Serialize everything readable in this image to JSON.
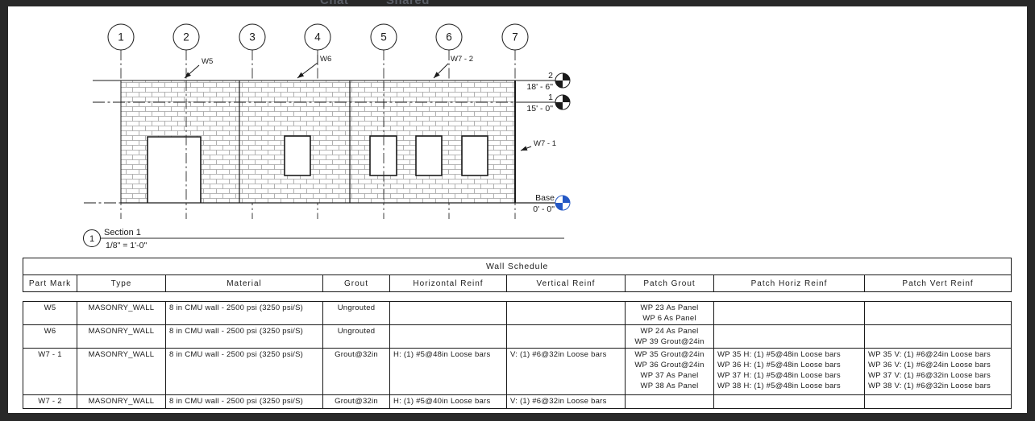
{
  "window": {
    "tab_chat": "Chat",
    "tab_shared": "Shared"
  },
  "elevation": {
    "grids": [
      {
        "label": "1"
      },
      {
        "label": "2"
      },
      {
        "label": "3"
      },
      {
        "label": "4"
      },
      {
        "label": "5"
      },
      {
        "label": "6"
      },
      {
        "label": "7"
      }
    ],
    "wall_tags": [
      {
        "label": "W5"
      },
      {
        "label": "W6"
      },
      {
        "label": "W7 - 2"
      },
      {
        "label": "W7 - 1"
      }
    ],
    "levels": [
      {
        "name": "2",
        "elevation": "18' - 6\""
      },
      {
        "name": "1",
        "elevation": "15' - 0\""
      },
      {
        "name": "Base",
        "elevation": "0' - 0\""
      }
    ],
    "view_title": {
      "number": "1",
      "name": "Section 1",
      "scale": "1/8\" = 1'-0\""
    }
  },
  "schedule": {
    "title": "Wall Schedule",
    "columns": [
      "Part Mark",
      "Type",
      "Material",
      "Grout",
      "Horizontal Reinf",
      "Vertical Reinf",
      "Patch Grout",
      "Patch Horiz Reinf",
      "Patch Vert Reinf"
    ],
    "rows": [
      {
        "cells": [
          "W5",
          "MASONRY_WALL",
          "8 in CMU wall - 2500 psi (3250 psi/S)",
          "Ungrouted",
          "",
          "",
          "WP 23 As Panel\nWP 6 As Panel",
          "",
          ""
        ]
      },
      {
        "cells": [
          "W6",
          "MASONRY_WALL",
          "8 in CMU wall - 2500 psi (3250 psi/S)",
          "Ungrouted",
          "",
          "",
          "WP 24 As Panel\nWP 39 Grout@24in",
          "",
          ""
        ]
      },
      {
        "cells": [
          "W7 - 1",
          "MASONRY_WALL",
          "8 in CMU wall - 2500 psi (3250 psi/S)",
          "Grout@32in",
          "H: (1) #5@48in Loose bars",
          "V: (1) #6@32in Loose bars",
          "WP 35 Grout@24in\nWP 36 Grout@24in\nWP 37 As Panel\nWP 38 As Panel",
          "WP 35 H: (1) #5@48in Loose bars\nWP 36 H: (1) #5@48in Loose bars\nWP 37 H: (1) #5@48in Loose bars\nWP 38 H: (1) #5@48in Loose bars",
          "WP 35 V: (1) #6@24in Loose bars\nWP 36 V: (1) #6@24in Loose bars\nWP 37 V: (1) #6@32in Loose bars\nWP 38 V: (1) #6@32in Loose bars"
        ]
      },
      {
        "cells": [
          "W7 - 2",
          "MASONRY_WALL",
          "8 in CMU wall - 2500 psi (3250 psi/S)",
          "Grout@32in",
          "H: (1) #5@40in Loose bars",
          "V: (1) #6@32in Loose bars",
          "",
          "",
          ""
        ]
      }
    ]
  },
  "colors": {
    "frame": "#282828",
    "paper": "#ffffff",
    "line": "#1a1a1a",
    "hatch": "#a0a0a0",
    "base_level_head": "#2458c5"
  }
}
